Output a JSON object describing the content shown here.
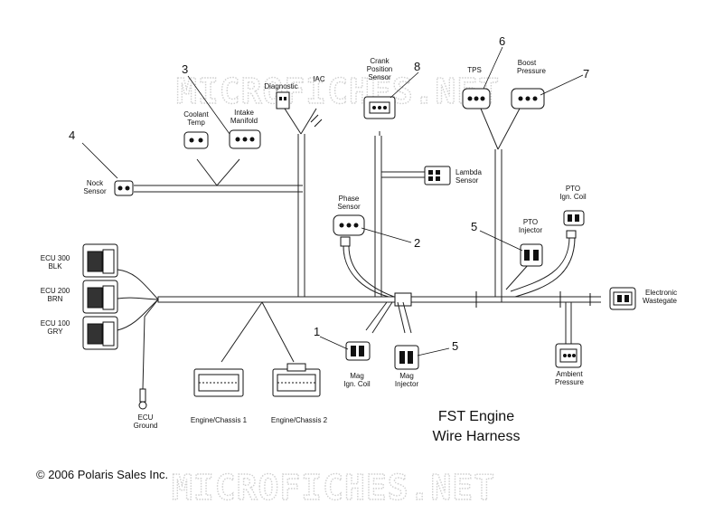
{
  "watermark": "MICROFICHES.NET",
  "title_line1": "FST Engine",
  "title_line2": "Wire Harness",
  "copyright": "© 2006 Polaris Sales Inc.",
  "labels": {
    "diagnostic": "Diagnostic",
    "iac": "IAC",
    "crank_1": "Crank",
    "crank_2": "Position",
    "crank_3": "Sensor",
    "tps": "TPS",
    "boost_1": "Boost",
    "boost_2": "Pressure",
    "coolant_1": "Coolant",
    "coolant_2": "Temp",
    "intake_1": "Intake",
    "intake_2": "Manifold",
    "nock_1": "Nock",
    "nock_2": "Sensor",
    "lambda_1": "Lambda",
    "lambda_2": "Sensor",
    "phase_1": "Phase",
    "phase_2": "Sensor",
    "pto_coil_1": "PTO",
    "pto_coil_2": "Ign. Coil",
    "pto_inj_1": "PTO",
    "pto_inj_2": "Injector",
    "ecu300_1": "ECU 300",
    "ecu300_2": "BLK",
    "ecu200_1": "ECU 200",
    "ecu200_2": "BRN",
    "ecu100_1": "ECU 100",
    "ecu100_2": "GRY",
    "elec_1": "Electronic",
    "elec_2": "Wastegate",
    "ecu_gnd_1": "ECU",
    "ecu_gnd_2": "Ground",
    "engchassis1": "Engine/Chassis 1",
    "engchassis2": "Engine/Chassis 2",
    "mag_coil_1": "Mag",
    "mag_coil_2": "Ign. Coil",
    "mag_inj_1": "Mag",
    "mag_inj_2": "Injector",
    "ambient_1": "Ambient",
    "ambient_2": "Pressure"
  },
  "callouts": {
    "c1": "1",
    "c2": "2",
    "c3": "3",
    "c4": "4",
    "c5a": "5",
    "c5b": "5",
    "c6": "6",
    "c7": "7",
    "c8": "8"
  }
}
